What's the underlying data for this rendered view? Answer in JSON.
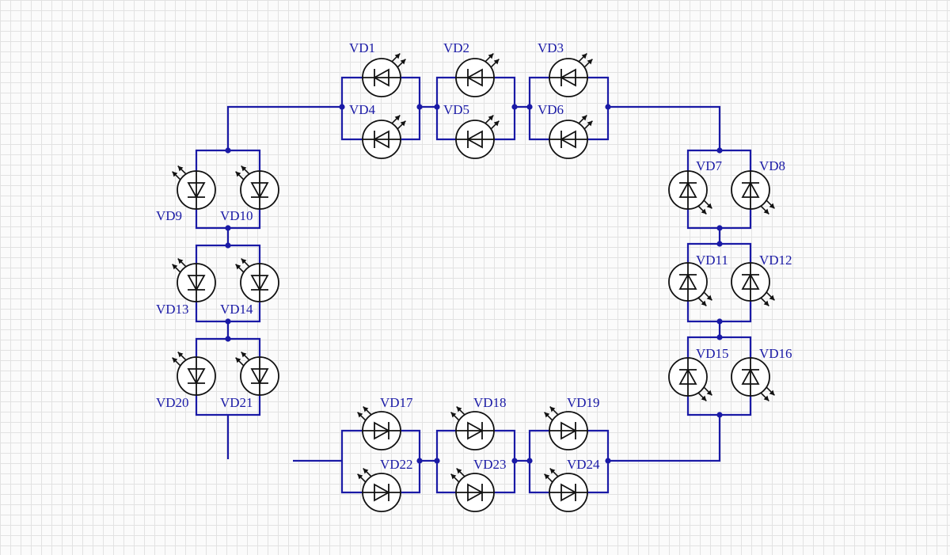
{
  "colors": {
    "wire": "#1a1aa6",
    "symbol": "#111111",
    "label": "#1a1aa6",
    "grid": "#e2e2e2"
  },
  "icon": "led-icon",
  "labels": {
    "vd1": "VD1",
    "vd2": "VD2",
    "vd3": "VD3",
    "vd4": "VD4",
    "vd5": "VD5",
    "vd6": "VD6",
    "vd7": "VD7",
    "vd8": "VD8",
    "vd9": "VD9",
    "vd10": "VD10",
    "vd11": "VD11",
    "vd12": "VD12",
    "vd13": "VD13",
    "vd14": "VD14",
    "vd15": "VD15",
    "vd16": "VD16",
    "vd17": "VD17",
    "vd18": "VD18",
    "vd19": "VD19",
    "vd20": "VD20",
    "vd21": "VD21",
    "vd22": "VD22",
    "vd23": "VD23",
    "vd24": "VD24"
  }
}
